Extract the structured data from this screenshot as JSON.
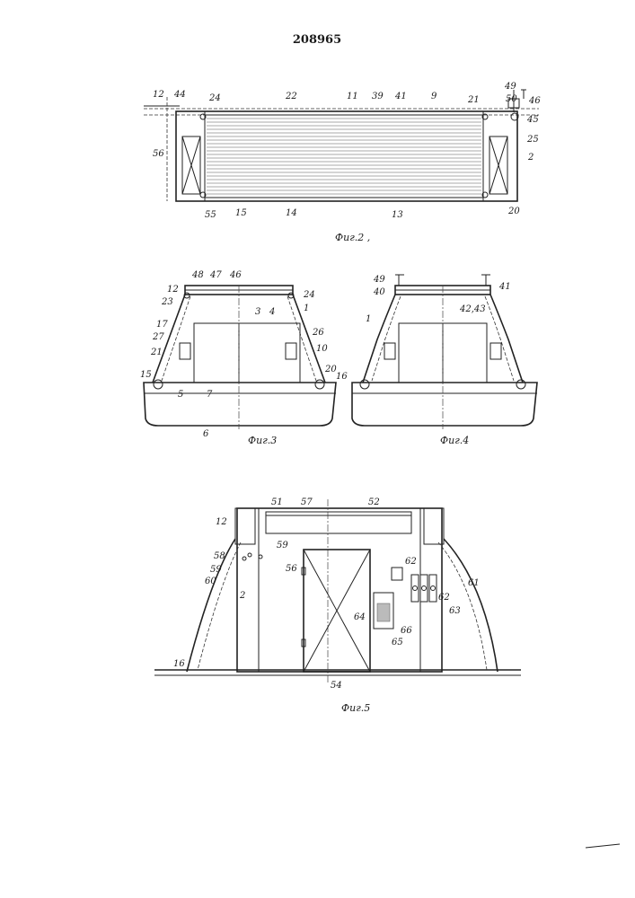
{
  "patent_number": "208965",
  "figures": {
    "fig2": {
      "caption": "Фиг.2 ,",
      "labels": {
        "l12": "12",
        "l44": "44",
        "l24": "24",
        "l22": "22",
        "l11": "11",
        "l39": "39",
        "l41": "41",
        "l9": "9",
        "l21": "21",
        "l49": "49",
        "l50": "50",
        "l46": "46",
        "l45": "45",
        "l25": "25",
        "l56": "56",
        "l2": "2",
        "l55": "55",
        "l15": "15",
        "l14": "14",
        "l13": "13",
        "l20": "20"
      }
    },
    "fig3": {
      "caption": "Фиг.3",
      "labels": {
        "l48": "48",
        "l47": "47",
        "l46": "46",
        "l12": "12",
        "l23": "23",
        "l17": "17",
        "l27": "27",
        "l21": "21",
        "l15": "15",
        "l3": "3",
        "l4": "4",
        "l24": "24",
        "l1": "1",
        "l26": "26",
        "l10": "10",
        "l20": "20",
        "l16": "16",
        "l5": "5",
        "l7": "7",
        "l6": "6"
      }
    },
    "fig4": {
      "caption": "Фиг.4",
      "labels": {
        "l49": "49",
        "l40": "40",
        "l41": "41",
        "l4243": "42,43",
        "l1": "1"
      }
    },
    "fig5": {
      "caption": "Фиг.5",
      "labels": {
        "l51": "51",
        "l57": "57",
        "l52": "52",
        "l12": "12",
        "l58": "58",
        "l59a": "59",
        "l59b": "59",
        "l60": "60",
        "l56": "56",
        "l2": "2",
        "l62a": "62",
        "l62b": "62",
        "l61": "61",
        "l63": "63",
        "l64": "64",
        "l66": "66",
        "l65": "65",
        "l16": "16",
        "l54": "54"
      }
    }
  }
}
